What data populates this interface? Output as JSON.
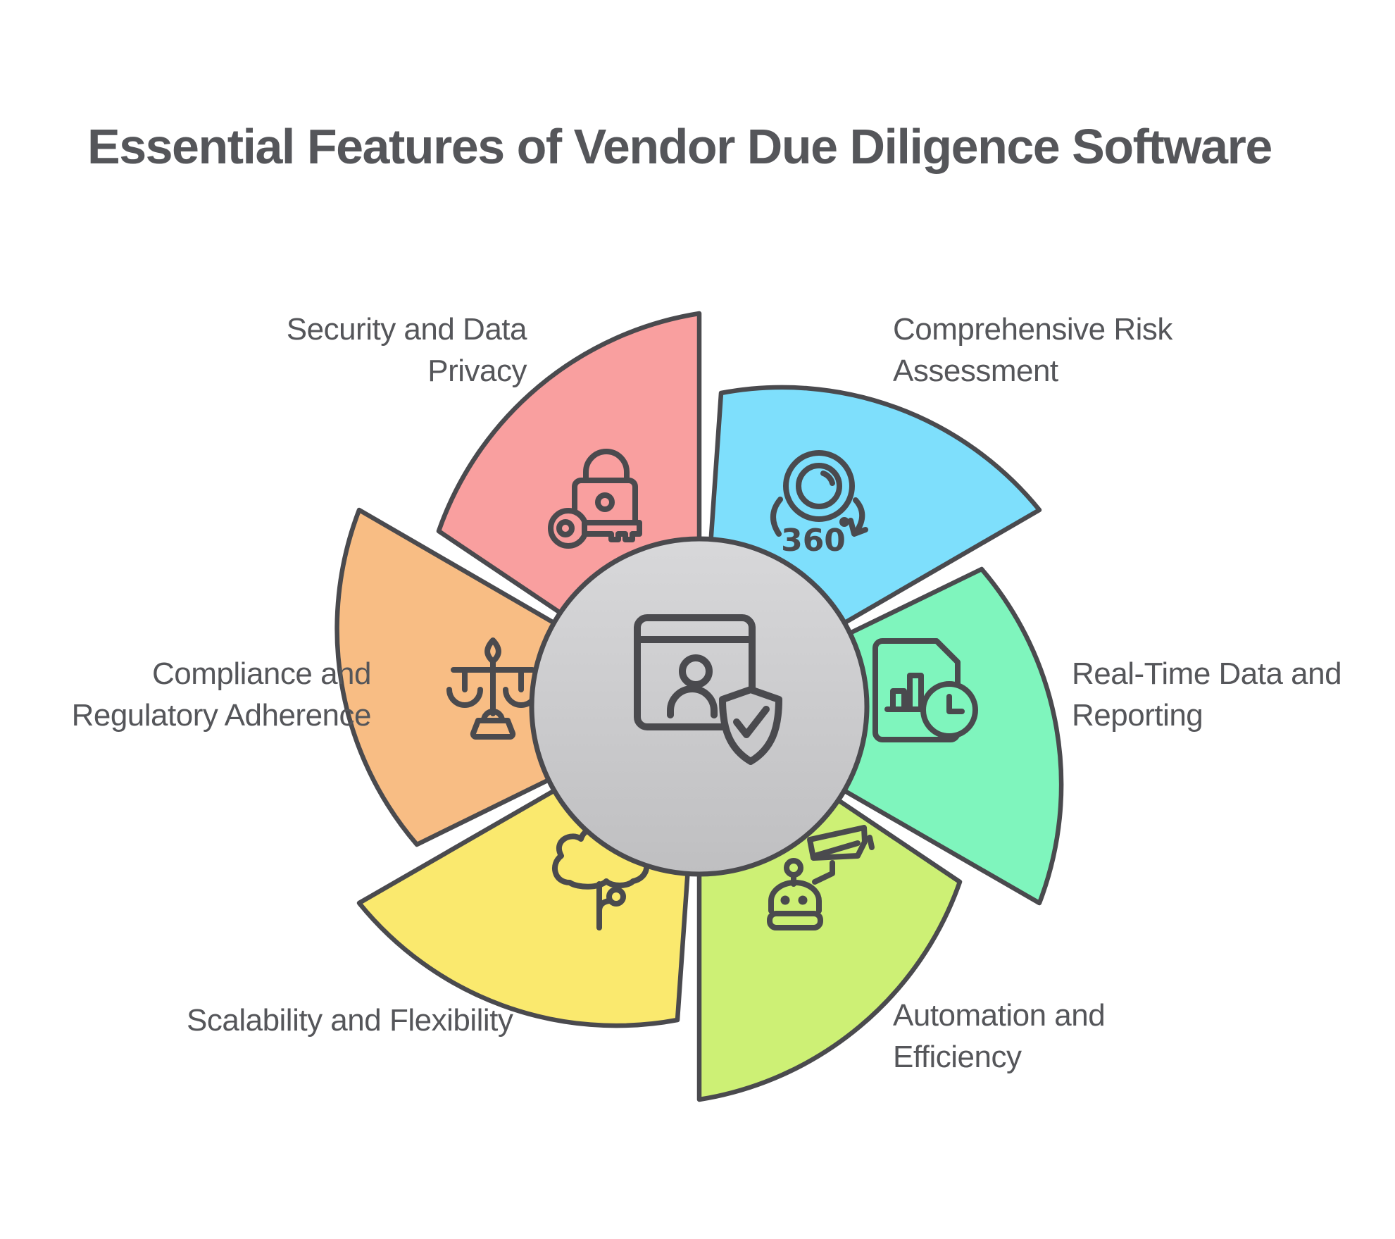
{
  "title": "Essential Features of Vendor Due Diligence Software",
  "background": "#FFFFFF",
  "outline_color": "#4A4A4E",
  "text_color": "#55565A",
  "center": {
    "fill_top": "#D8D8DA",
    "fill_bottom": "#BFBFC1",
    "icon": "vendor-profile-shield-check"
  },
  "segments": [
    {
      "id": "security",
      "label": "Security and Data Privacy",
      "lines": [
        "Security and Data",
        "Privacy"
      ],
      "color": "#F99F9F",
      "icon": "lock-and-key"
    },
    {
      "id": "risk-assessment",
      "label": "Comprehensive Risk Assessment",
      "lines": [
        "Comprehensive Risk",
        "Assessment"
      ],
      "color": "#7EDFFC",
      "icon": "360-degree-camera",
      "icon_text": "360"
    },
    {
      "id": "realtime-reporting",
      "label": "Real-Time Data and Reporting",
      "lines": [
        "Real-Time Data and",
        "Reporting"
      ],
      "color": "#7FF5BD",
      "icon": "report-with-clock"
    },
    {
      "id": "automation",
      "label": "Automation and Efficiency",
      "lines": [
        "Automation and",
        "Efficiency"
      ],
      "color": "#CDF075",
      "icon": "robot-and-camera"
    },
    {
      "id": "scalability",
      "label": "Scalability and Flexibility",
      "lines": [
        "Scalability and Flexibility"
      ],
      "color": "#FAE96E",
      "icon": "cloud-tree"
    },
    {
      "id": "compliance",
      "label": "Compliance and Regulatory Adherence",
      "lines": [
        "Compliance and",
        "Regulatory Adherence"
      ],
      "color": "#F8BD84",
      "icon": "justice-scales"
    }
  ]
}
